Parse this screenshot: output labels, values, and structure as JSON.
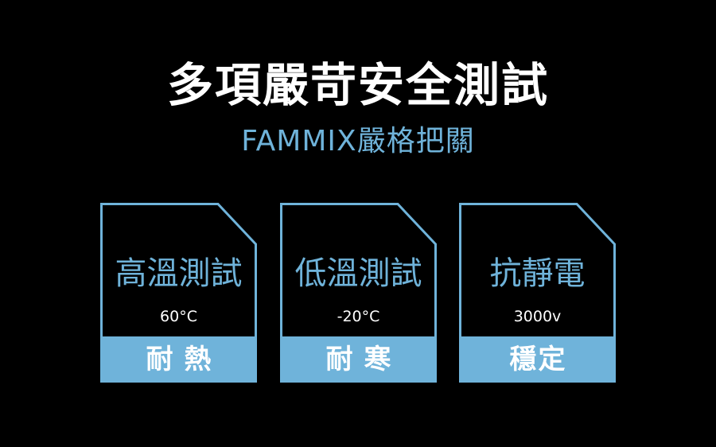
{
  "header": {
    "title": "多項嚴苛安全測試",
    "subtitle": "FAMMIX嚴格把關"
  },
  "colors": {
    "accent": "#6fb3da",
    "background": "#000000",
    "text": "#ffffff"
  },
  "cards": [
    {
      "heading": "高溫測試",
      "value": "60°C",
      "label": "耐熱"
    },
    {
      "heading": "低溫測試",
      "value": "-20°C",
      "label": "耐寒"
    },
    {
      "heading": "抗靜電",
      "value": "3000v",
      "label": "穩定"
    }
  ]
}
